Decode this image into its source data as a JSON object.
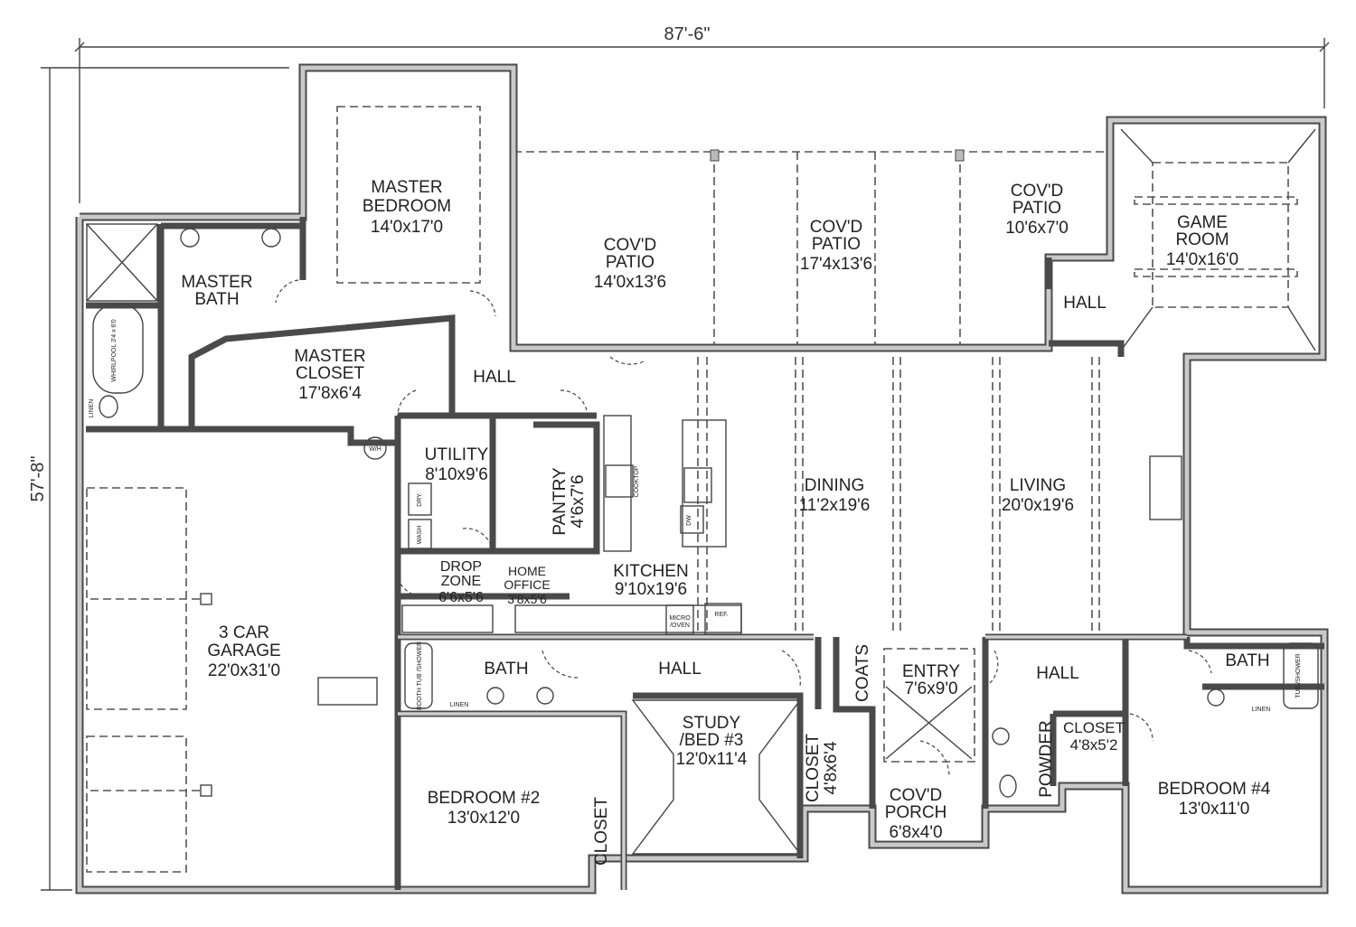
{
  "dimensions": {
    "width": "87'-6\"",
    "depth": "57'-8\""
  },
  "rooms": [
    {
      "lines": [
        "MASTER",
        "BEDROOM",
        "14'0x17'0"
      ]
    },
    {
      "lines": [
        "MASTER",
        "BATH"
      ]
    },
    {
      "lines": [
        "MASTER",
        "CLOSET",
        "17'8x6'4"
      ]
    },
    {
      "lines": [
        "HALL"
      ]
    },
    {
      "lines": [
        "COV'D",
        "PATIO",
        "14'0x13'6"
      ]
    },
    {
      "lines": [
        "COV'D",
        "PATIO",
        "17'4x13'6"
      ]
    },
    {
      "lines": [
        "COV'D",
        "PATIO",
        "10'6x7'0"
      ]
    },
    {
      "lines": [
        "GAME",
        "ROOM",
        "14'0x16'0"
      ]
    },
    {
      "lines": [
        "HALL"
      ]
    },
    {
      "lines": [
        "UTILITY",
        "8'10x9'6"
      ]
    },
    {
      "lines": [
        "PANTRY",
        "4'6x7'6"
      ]
    },
    {
      "lines": [
        "DINING",
        "11'2x19'6"
      ]
    },
    {
      "lines": [
        "LIVING",
        "20'0x19'6"
      ]
    },
    {
      "lines": [
        "DROP",
        "ZONE",
        "6'6x5'6"
      ]
    },
    {
      "lines": [
        "HOME",
        "OFFICE",
        "3'8x5'6"
      ]
    },
    {
      "lines": [
        "KITCHEN",
        "9'10x19'6"
      ]
    },
    {
      "lines": [
        "3 CAR",
        "GARAGE",
        "22'0x31'0"
      ]
    },
    {
      "lines": [
        "BATH"
      ]
    },
    {
      "lines": [
        "HALL"
      ]
    },
    {
      "lines": [
        "COATS"
      ]
    },
    {
      "lines": [
        "ENTRY",
        "7'6x9'0"
      ]
    },
    {
      "lines": [
        "HALL"
      ]
    },
    {
      "lines": [
        "BATH"
      ]
    },
    {
      "lines": [
        "STUDY",
        "/BED #3",
        "12'0x11'4"
      ]
    },
    {
      "lines": [
        "CLOSET",
        "4'8x6'4"
      ]
    },
    {
      "lines": [
        "POWDER"
      ]
    },
    {
      "lines": [
        "CLOSET",
        "4'8x5'2"
      ]
    },
    {
      "lines": [
        "BEDROOM #2",
        "13'0x12'0"
      ]
    },
    {
      "lines": [
        "CLOSET"
      ]
    },
    {
      "lines": [
        "COV'D",
        "PORCH",
        "6'8x4'0"
      ]
    },
    {
      "lines": [
        "BEDROOM #4",
        "13'0x11'0"
      ]
    }
  ],
  "fixtures": {
    "whirlpool": "WHIRLPOOL 3'4 x 6'0",
    "linen": "LINEN",
    "water_heater": "W/H",
    "dryer": "DRY.",
    "washer": "WASH",
    "cooktop": "COOKTOP",
    "dishwasher": "DW",
    "micro_oven": [
      "MICRO",
      "/OVEN"
    ],
    "refrigerator": "REF.",
    "tub_shower_left": "BOOTH TUB /SHOWER",
    "tub_shower_right": "TUB /SHOWER"
  }
}
